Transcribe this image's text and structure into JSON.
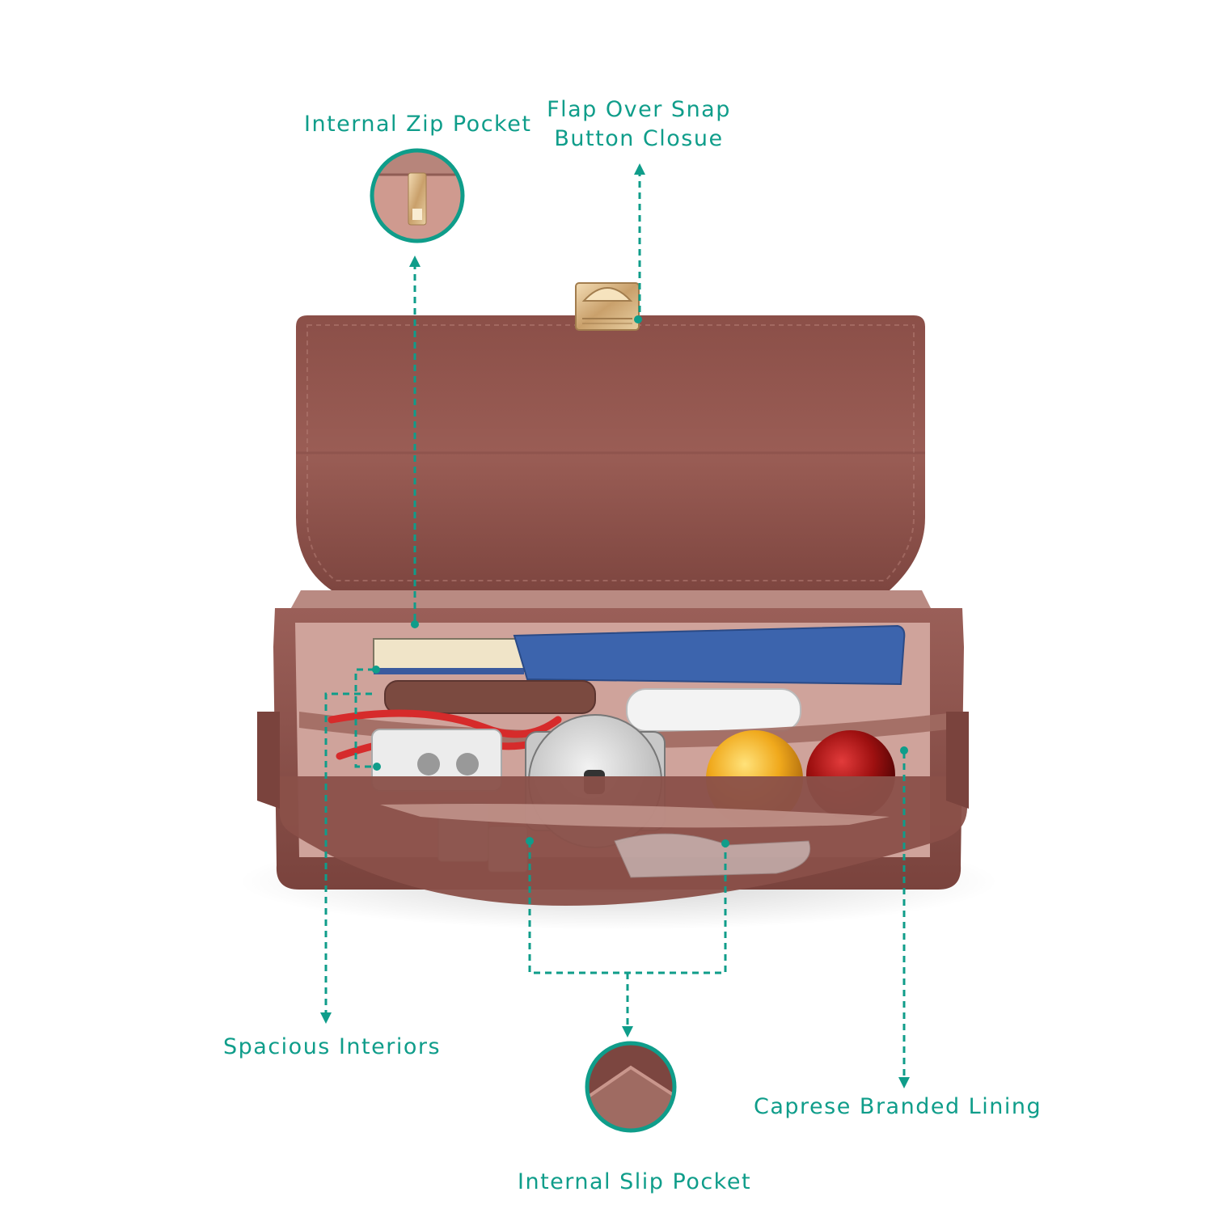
{
  "colors": {
    "accent": "#0f9d8a",
    "leather": "#8a4f49",
    "leather_dark": "#6e3a35",
    "lining": "#c99a92",
    "hardware": "#d9b98c"
  },
  "callouts": {
    "internal_zip_pocket": "Internal Zip Pocket",
    "flap_line1": "Flap Over Snap",
    "flap_line2": "Button Closue",
    "spacious_interiors": "Spacious Interiors",
    "internal_slip_pocket": "Internal Slip Pocket",
    "branded_lining": "Caprese Branded Lining"
  }
}
